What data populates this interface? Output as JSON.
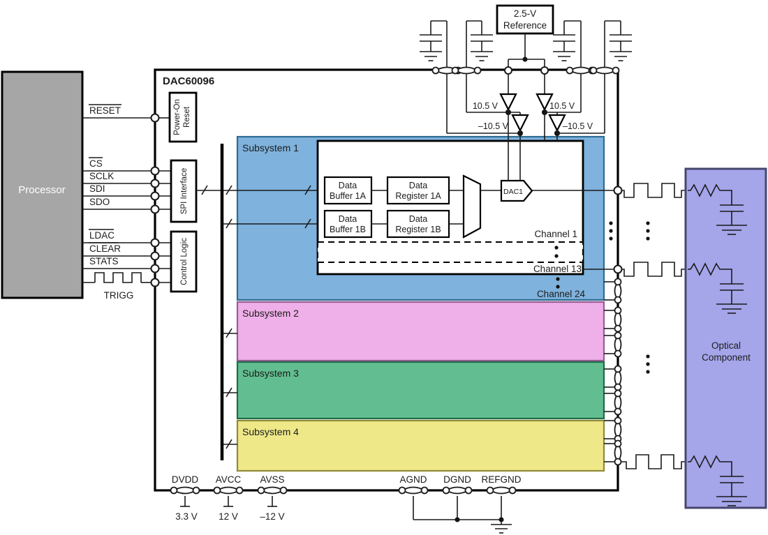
{
  "chip": {
    "title": "DAC60096"
  },
  "processor": {
    "label": "Processor"
  },
  "signals": {
    "reset": "RESET",
    "cs": "CS",
    "sclk": "SCLK",
    "sdi": "SDI",
    "sdo": "SDO",
    "ldac": "LDAC",
    "clear": "CLEAR",
    "stats": "STATS",
    "trigg": "TRIGG"
  },
  "blocks": {
    "por_line1": "Power-On",
    "por_line2": "Reset",
    "spi": "SPI Interface",
    "ctrl": "Control Logic"
  },
  "reference": {
    "line1": "2.5-V",
    "line2": "Reference"
  },
  "rails": {
    "pos": "10.5 V",
    "neg": "–10.5 V"
  },
  "subsystems": [
    {
      "label": "Subsystem 1",
      "color": "#7FB2DC",
      "border": "#2D6C93"
    },
    {
      "label": "Subsystem 2",
      "color": "#EFAFE8",
      "border": "#9A5C94"
    },
    {
      "label": "Subsystem 3",
      "color": "#62BE90",
      "border": "#1F6B47"
    },
    {
      "label": "Subsystem 4",
      "color": "#EEE888",
      "border": "#8F8A3A"
    }
  ],
  "channel_blocks": {
    "buffer_1a_line1": "Data",
    "buffer_1a_line2": "Buffer 1A",
    "register_1a_line1": "Data",
    "register_1a_line2": "Register 1A",
    "buffer_1b_line1": "Data",
    "buffer_1b_line2": "Buffer 1B",
    "register_1b_line1": "Data",
    "register_1b_line2": "Register 1B",
    "dac1": "DAC1"
  },
  "channels": [
    "Channel 1",
    "Channel 13",
    "Channel 24"
  ],
  "optical": {
    "line1": "Optical",
    "line2": "Component",
    "fill": "#A5A5EA",
    "border": "#46466E"
  },
  "power_pins": [
    {
      "label": "DVDD",
      "voltage": "3.3 V"
    },
    {
      "label": "AVCC",
      "voltage": "12 V"
    },
    {
      "label": "AVSS",
      "voltage": "–12 V"
    }
  ],
  "ground_pins": [
    {
      "label": "AGND"
    },
    {
      "label": "DGND"
    },
    {
      "label": "REFGND"
    }
  ],
  "colors": {
    "processor": "#A6A6A6"
  }
}
